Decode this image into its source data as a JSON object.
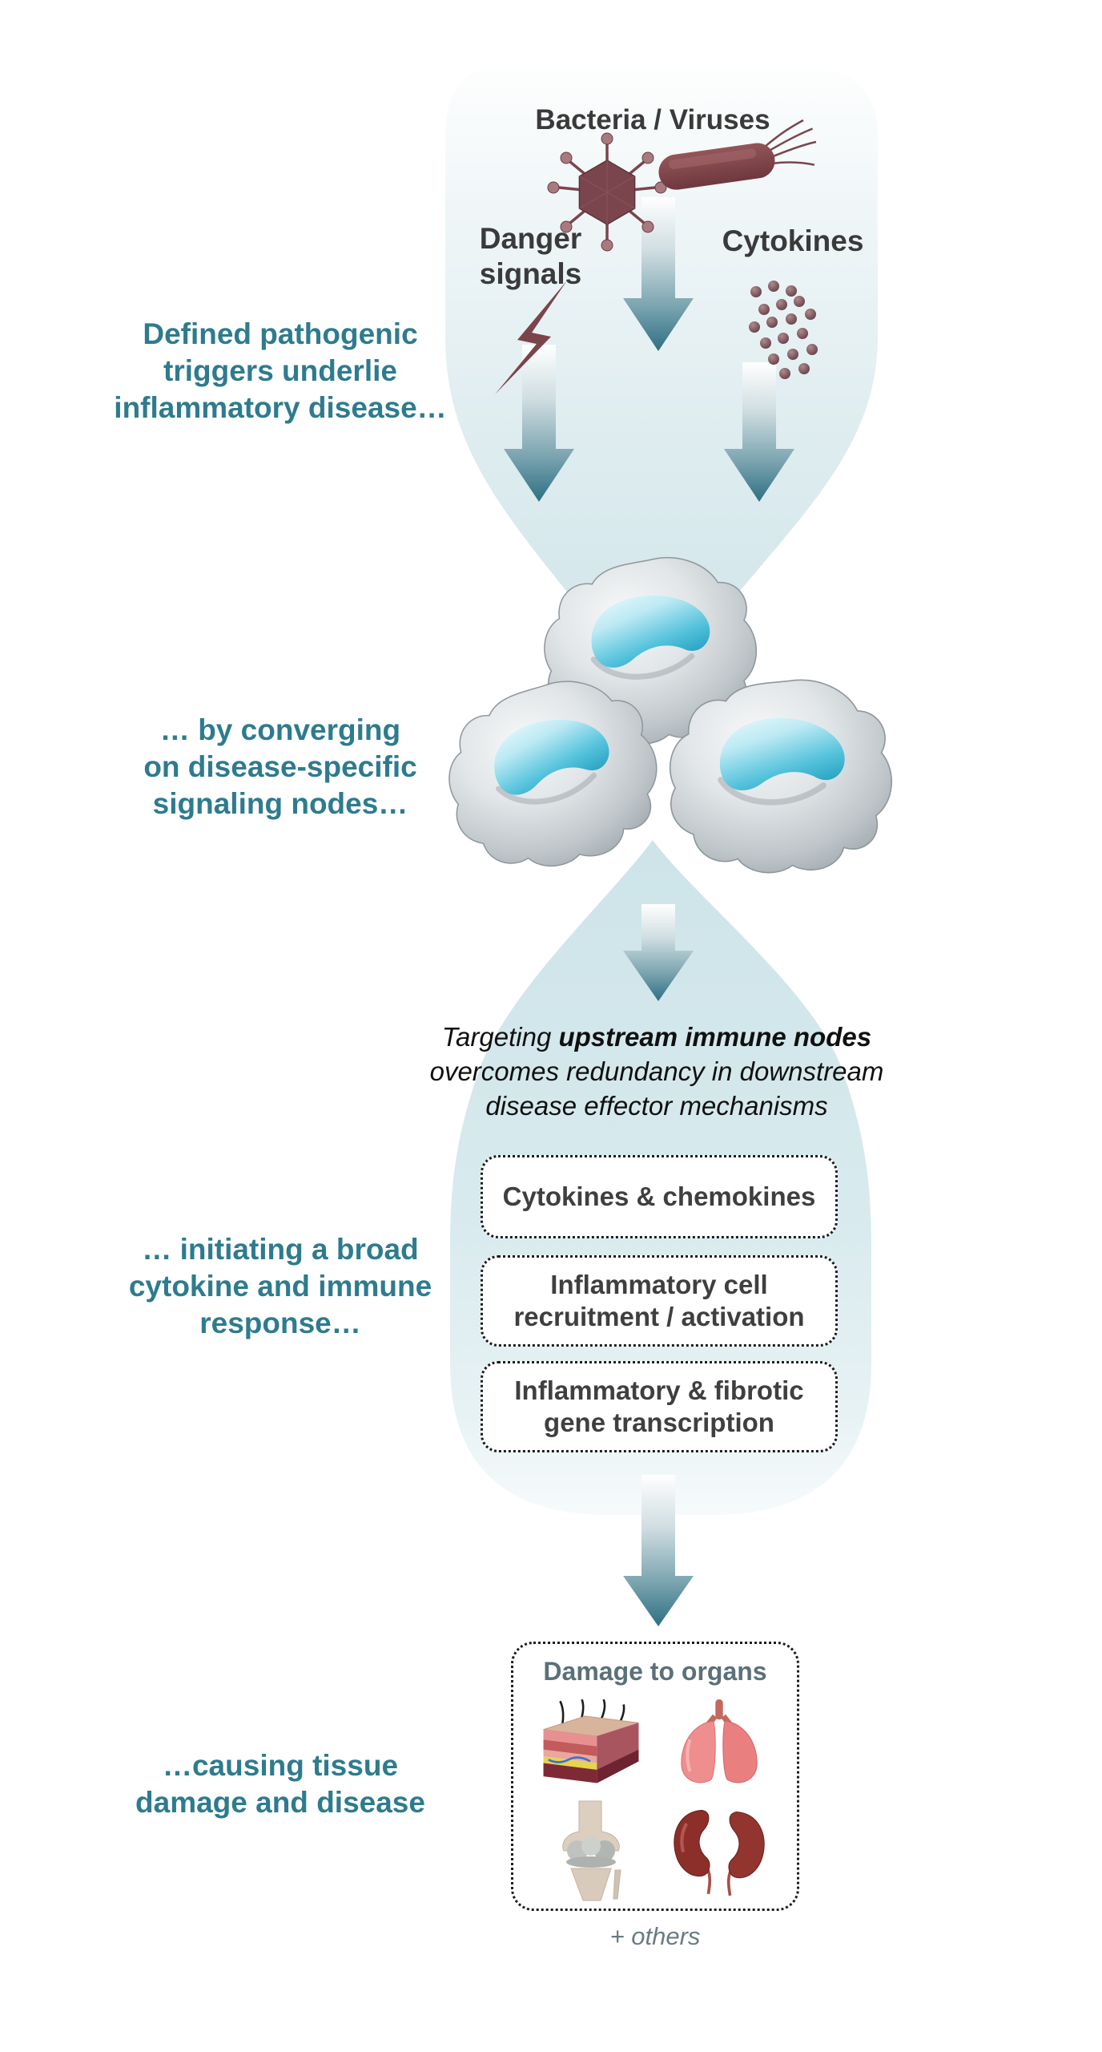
{
  "colors": {
    "teal_text": "#2e7b8e",
    "arrow_teal": "#2e6f83",
    "pathogen_maroon": "#7a454d",
    "title_gray": "#3a3a3a",
    "box_text": "#3f3f3f",
    "damage_title_gray": "#5b7078",
    "background_blue": "#d6e9ed",
    "nucleus_blue": "#40b9d6",
    "others_gray": "#6b7b82"
  },
  "top": {
    "title": "Bacteria / Viruses",
    "danger_lines": [
      "Danger",
      "signals"
    ],
    "cytokines_label": "Cytokines"
  },
  "notes": [
    {
      "lines": [
        "Defined pathogenic",
        "triggers underlie",
        "inflammatory disease…"
      ]
    },
    {
      "lines": [
        "… by converging",
        "on disease-specific",
        "signaling nodes…"
      ]
    },
    {
      "lines": [
        "… initiating a broad",
        "cytokine and immune",
        "response…"
      ]
    },
    {
      "lines": [
        "…causing tissue",
        "damage and disease"
      ]
    }
  ],
  "targeting": {
    "line1_regular": "Targeting ",
    "line1_bold": "upstream immune nodes",
    "line2": "overcomes redundancy in downstream",
    "line3": "disease effector mechanisms"
  },
  "effects_boxes": [
    {
      "lines": [
        "Cytokines & chemokines"
      ]
    },
    {
      "lines": [
        "Inflammatory cell",
        "recruitment / activation"
      ]
    },
    {
      "lines": [
        "Inflammatory & fibrotic",
        "gene transcription"
      ]
    }
  ],
  "damage": {
    "title": "Damage to organs",
    "organs": [
      "skin",
      "lungs",
      "knee-joint",
      "kidneys"
    ],
    "footer": "+ others"
  },
  "icons": {
    "virus": "virus-icon",
    "bacterium": "bacterium-icon",
    "lightning": "danger-lightning-icon",
    "cytokine_dots": "cytokine-dots-icon",
    "immune_cells": "immune-cells-icon"
  }
}
